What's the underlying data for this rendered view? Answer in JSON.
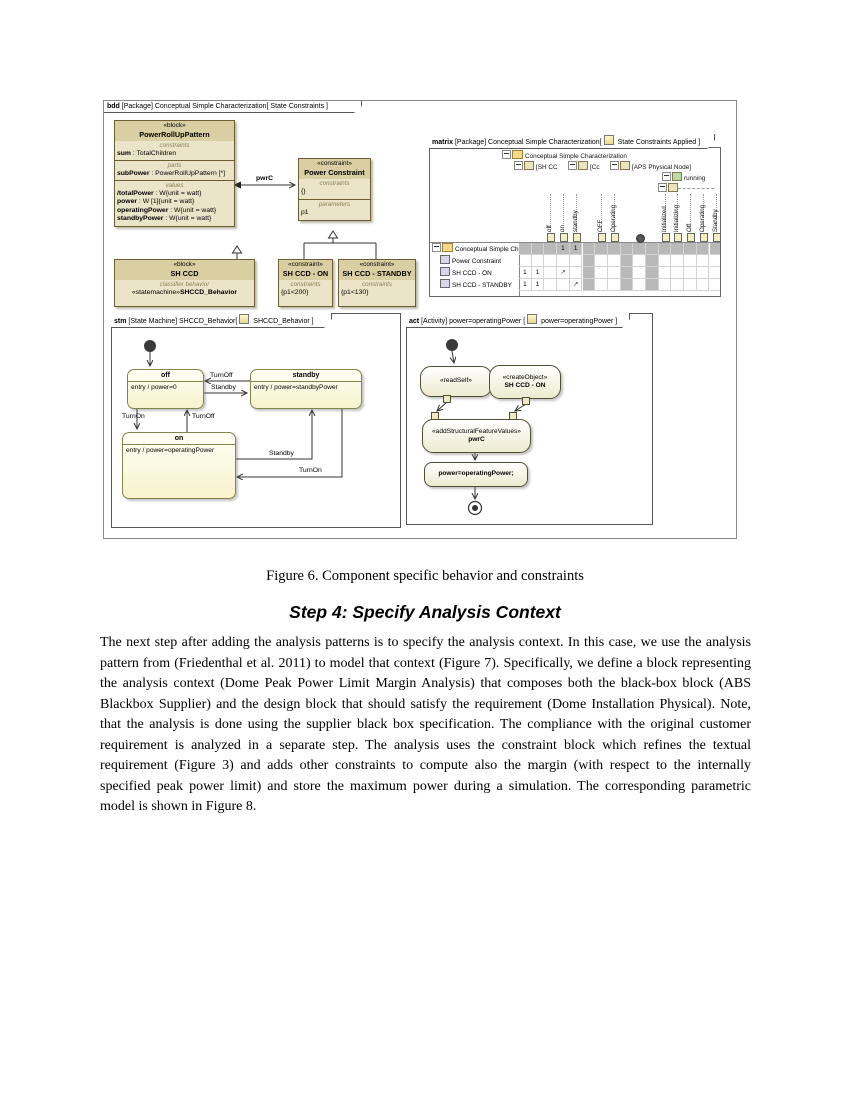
{
  "page": {
    "caption": "Figure 6. Component specific behavior and constraints",
    "heading": "Step 4: Specify Analysis Context",
    "body": "The next step after adding the analysis patterns is to specify the analysis context. In this case, we use the analysis pattern from (Friedenthal et al. 2011) to model that context (Figure 7). Specifically, we define a block representing the analysis context (Dome Peak Power Limit Margin Analysis) that composes both the black-box block (ABS Blackbox Supplier) and the design block that should satisfy the requirement (Dome Installation Physical). Note, that the analysis is done using the supplier black box specification. The compliance with the original customer requirement is analyzed in a separate step. The analysis uses the constraint block which refines the textual requirement (Figure 3) and adds other constraints to compute also the margin (with respect to the internally specified peak power limit) and store the maximum power during a simulation. The corresponding parametric model is shown in Figure 8."
  },
  "colors": {
    "block_header": "#d9cfa2",
    "block_body": "#eae4c8",
    "state_fill": "#f7f3cc",
    "matrix_gray": "#b9b9b9"
  },
  "bdd": {
    "tab_kw": "bdd",
    "tab_rest": " [Package] Conceptual Simple Characterization[ State Constraints ]"
  },
  "rollup": {
    "stereo": "«block»",
    "name": "PowerRollUpPattern",
    "c1_label": "constraints",
    "c1_b": "sum",
    "c1_t": " : TotalChildren",
    "c2_label": "parts",
    "c2_b": "subPower",
    "c2_t": " : PowerRollUpPattern [*]",
    "c3_label": "values",
    "v1_b": "/totalPower",
    "v1_t": " : W{unit = watt}",
    "v2_b": "power",
    "v2_t": " : W [1]{unit = watt}",
    "v3_b": "operatingPower",
    "v3_t": " : W{unit = watt}",
    "v4_b": "standbyPower",
    "v4_t": " : W{unit = watt}"
  },
  "pwrc": {
    "edge_label": "pwrC",
    "stereo": "«constraint»",
    "name": "Power Constraint",
    "c1_label": "constraints",
    "c1_val": "{}",
    "c2_label": "parameters",
    "c2_val": "p1"
  },
  "shccd": {
    "stereo": "«block»",
    "name": "SH CCD",
    "beh_label": "classifier behavior",
    "beh_pre": "«statemachine»",
    "beh_name": "SHCCD_Behavior"
  },
  "ccd_on": {
    "stereo": "«constraint»",
    "name": "SH CCD - ON",
    "c_label": "constraints",
    "c_val": "{p1<200}"
  },
  "ccd_stby": {
    "stereo": "«constraint»",
    "name": "SH CCD - STANDBY",
    "c_label": "constraints",
    "c_val": "{p1<130}"
  },
  "matrix": {
    "tab_kw": "matrix",
    "tab_rest": " [Package] Conceptual Simple Characterization[",
    "tab_rest2": " State Constraints Applied ]",
    "tree_root": "Conceptual Simple Characterization",
    "group1": "[SH CC",
    "group2": "[Cc",
    "group3": "[APS Physical Node]",
    "running": "running",
    "n_slots": 16,
    "gap_slots": [
      5,
      8,
      10
    ],
    "dot_slot": 9,
    "cols": [
      {
        "slot": 2,
        "text": "off"
      },
      {
        "slot": 3,
        "text": "on"
      },
      {
        "slot": 4,
        "text": "standby"
      },
      {
        "slot": 6,
        "text": "OFF"
      },
      {
        "slot": 7,
        "text": "Operating"
      },
      {
        "slot": 11,
        "text": "Initialized"
      },
      {
        "slot": 12,
        "text": "Initializing"
      },
      {
        "slot": 13,
        "text": "Off"
      },
      {
        "slot": 14,
        "text": "Operating"
      },
      {
        "slot": 15,
        "text": "Standby"
      }
    ],
    "rows": [
      {
        "label": "Conceptual Simple Cha",
        "icon": "folder",
        "gray": "all",
        "cells": [
          {
            "slot": 3,
            "t": "1"
          },
          {
            "slot": 4,
            "t": "1"
          }
        ]
      },
      {
        "label": "Power Constraint",
        "icon": "box",
        "gray": "gaps",
        "cells": []
      },
      {
        "label": "SH CCD - ON",
        "icon": "box",
        "gray": "gaps",
        "cells": [
          {
            "slot": 0,
            "t": "1"
          },
          {
            "slot": 1,
            "t": "1"
          },
          {
            "slot": 3,
            "t": "arrow"
          }
        ]
      },
      {
        "label": "SH CCD - STANDBY",
        "icon": "box",
        "gray": "gaps",
        "cells": [
          {
            "slot": 0,
            "t": "1"
          },
          {
            "slot": 1,
            "t": "1"
          },
          {
            "slot": 4,
            "t": "arrow"
          }
        ]
      }
    ]
  },
  "stm": {
    "tab_kw": "stm",
    "tab_rest": " [State Machine] SHCCD_Behavior[",
    "tab_rest2": " SHCCD_Behavior ]",
    "off_name": "off",
    "off_entry": "entry / power=0",
    "standby_name": "standby",
    "standby_entry": "entry / power=standbyPower",
    "on_name": "on",
    "on_entry": "entry / power=operatingPower",
    "t1": "TurnOff",
    "t2": "Standby",
    "t3": "TurnOn",
    "t4": "TurnOff",
    "t5": "Standby",
    "t6": "TurnOn"
  },
  "act": {
    "tab_kw": "act",
    "tab_rest": " [Activity] power=operatingPower [",
    "tab_rest2": " power=operatingPower ]",
    "read_self": "«readSelf»",
    "create_stereo": "«createObject»",
    "create_name": "SH CCD - ON",
    "add_stereo": "«addStructuralFeatureValues»",
    "add_name": "pwrC",
    "assign": "power=operatingPower;"
  }
}
